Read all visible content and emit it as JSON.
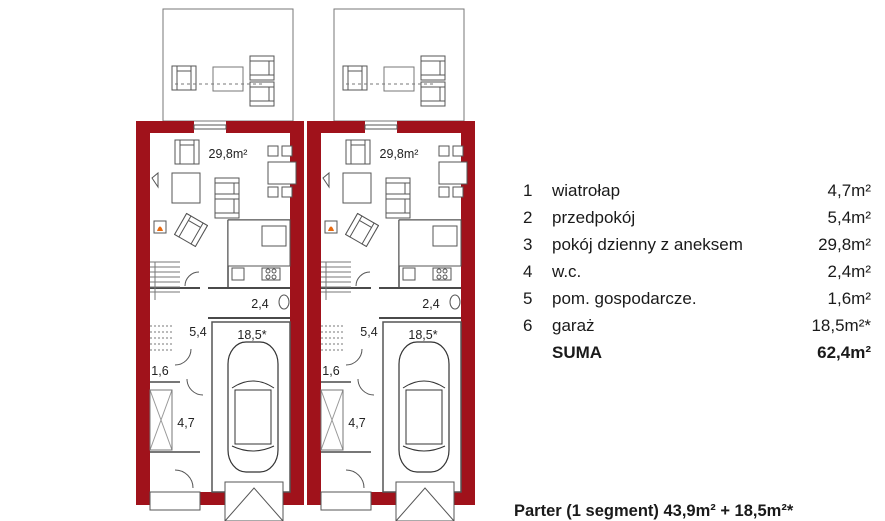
{
  "plan": {
    "units": [
      {
        "living_area": "29,8m²",
        "wc_area": "2,4",
        "garage_area": "18,5",
        "garage_mark": "*",
        "hall_area": "5,4",
        "utility_area": "1,6",
        "vestibule_area": "4,7"
      },
      {
        "living_area": "29,8m²",
        "wc_area": "2,4",
        "garage_area": "18,5",
        "garage_mark": "*",
        "hall_area": "5,4",
        "utility_area": "1,6",
        "vestibule_area": "4,7"
      }
    ],
    "wall_color": "#a0121b",
    "line_color": "#4a4a4a"
  },
  "rooms": [
    {
      "num": "1",
      "name": "wiatrołap",
      "area": "4,7m²"
    },
    {
      "num": "2",
      "name": "przedpokój",
      "area": "5,4m²"
    },
    {
      "num": "3",
      "name": "pokój dzienny z aneksem",
      "area": "29,8m²"
    },
    {
      "num": "4",
      "name": "w.c.",
      "area": "2,4m²"
    },
    {
      "num": "5",
      "name": "pom. gospodarcze.",
      "area": "1,6m²"
    },
    {
      "num": "6",
      "name": "garaż",
      "area": "18,5m²*"
    }
  ],
  "total": {
    "label": "SUMA",
    "area": "62,4m²"
  },
  "footer": "Parter (1 segment)   43,9m²  +  18,5m²*"
}
